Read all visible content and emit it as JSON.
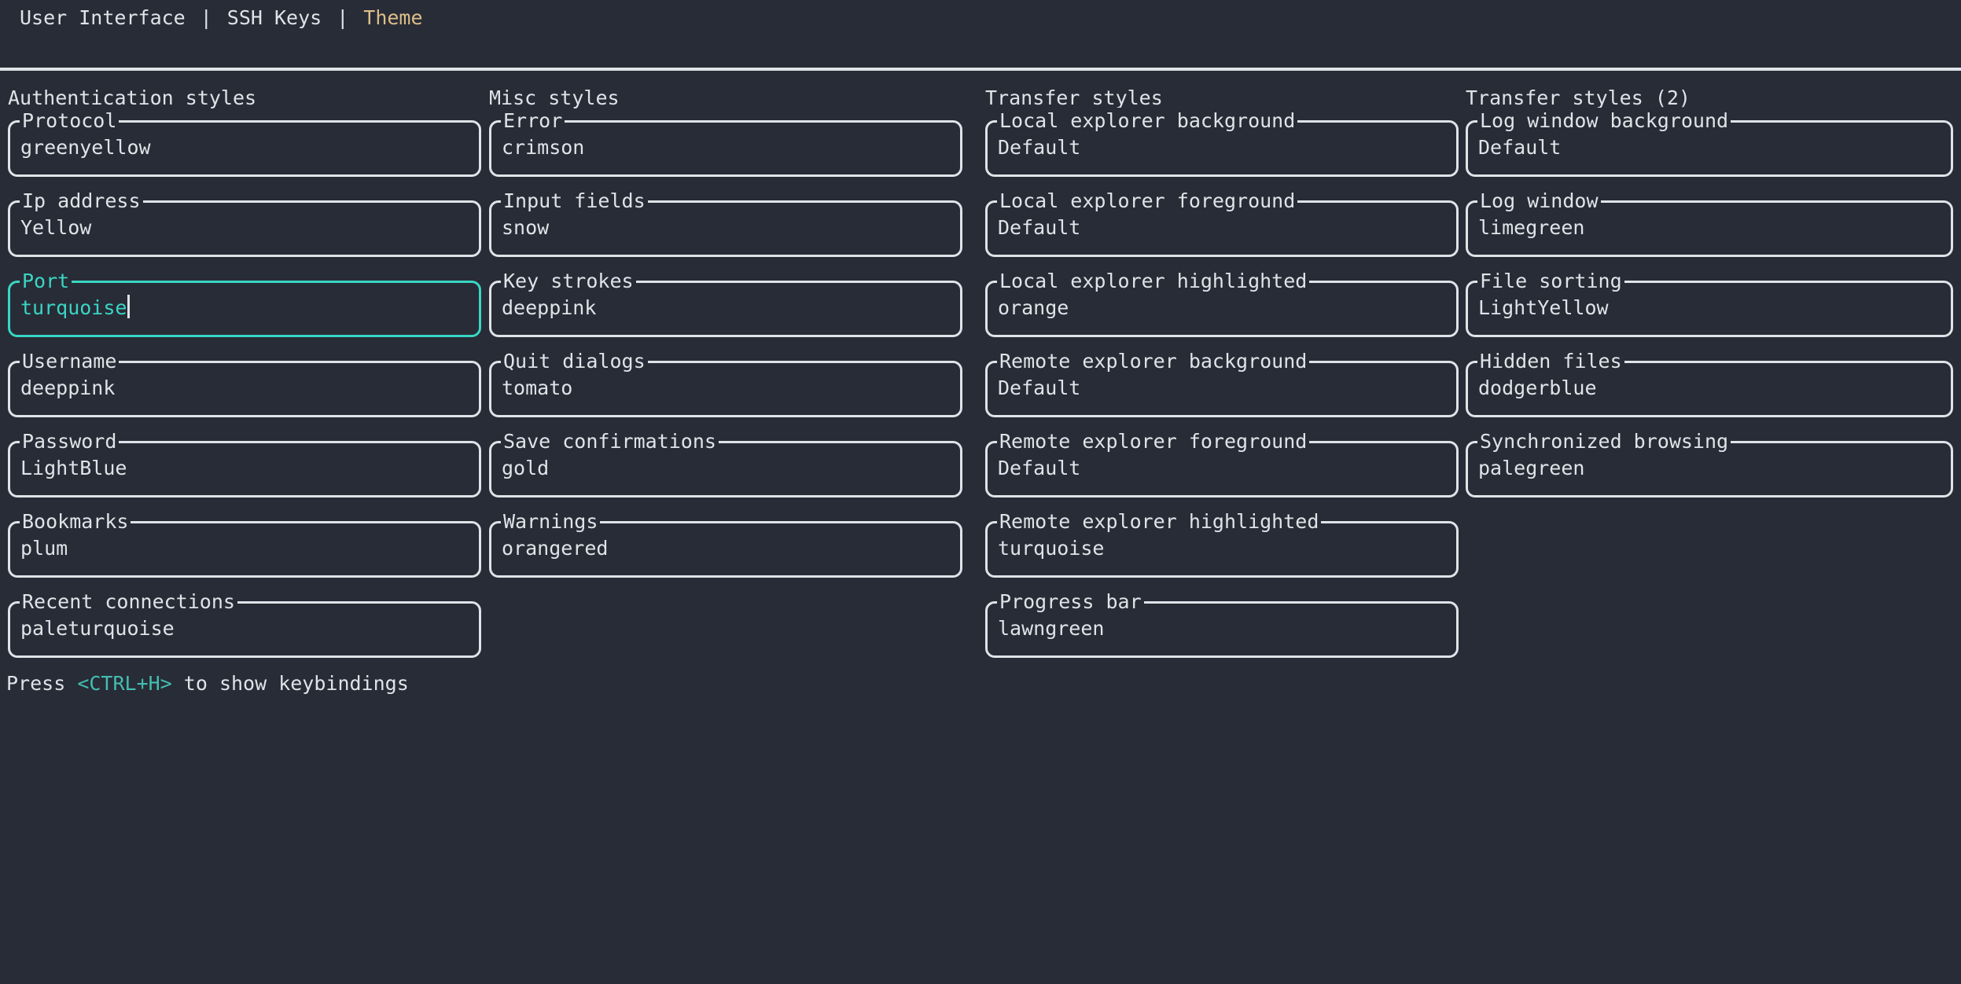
{
  "tabs": {
    "separator": "|",
    "items": [
      {
        "label": "User Interface",
        "active": false
      },
      {
        "label": "SSH Keys",
        "active": false
      },
      {
        "label": "Theme",
        "active": true
      }
    ]
  },
  "columns": [
    {
      "title": "Authentication styles",
      "fields": [
        {
          "label": "Protocol",
          "value": "greenyellow",
          "focused": false
        },
        {
          "label": "Ip address",
          "value": "Yellow",
          "focused": false
        },
        {
          "label": "Port",
          "value": "turquoise",
          "focused": true
        },
        {
          "label": "Username",
          "value": "deeppink",
          "focused": false
        },
        {
          "label": "Password",
          "value": "LightBlue",
          "focused": false
        },
        {
          "label": "Bookmarks",
          "value": "plum",
          "focused": false
        },
        {
          "label": "Recent connections",
          "value": "paleturquoise",
          "focused": false
        }
      ]
    },
    {
      "title": "Misc styles",
      "fields": [
        {
          "label": "Error",
          "value": "crimson",
          "focused": false
        },
        {
          "label": "Input fields",
          "value": "snow",
          "focused": false
        },
        {
          "label": "Key strokes",
          "value": "deeppink",
          "focused": false
        },
        {
          "label": "Quit dialogs",
          "value": "tomato",
          "focused": false
        },
        {
          "label": "Save confirmations",
          "value": "gold",
          "focused": false
        },
        {
          "label": "Warnings",
          "value": "orangered",
          "focused": false
        }
      ]
    },
    {
      "title": "Transfer styles",
      "fields": [
        {
          "label": "Local explorer background",
          "value": "Default",
          "focused": false
        },
        {
          "label": "Local explorer foreground",
          "value": "Default",
          "focused": false
        },
        {
          "label": "Local explorer highlighted",
          "value": "orange",
          "focused": false
        },
        {
          "label": "Remote explorer background",
          "value": "Default",
          "focused": false
        },
        {
          "label": "Remote explorer foreground",
          "value": "Default",
          "focused": false
        },
        {
          "label": "Remote explorer highlighted",
          "value": "turquoise",
          "focused": false
        },
        {
          "label": "Progress bar",
          "value": "lawngreen",
          "focused": false
        }
      ]
    },
    {
      "title": "Transfer styles (2)",
      "fields": [
        {
          "label": "Log window background",
          "value": "Default",
          "focused": false
        },
        {
          "label": "Log window",
          "value": "limegreen",
          "focused": false
        },
        {
          "label": "File sorting",
          "value": "LightYellow",
          "focused": false
        },
        {
          "label": "Hidden files",
          "value": "dodgerblue",
          "focused": false
        },
        {
          "label": "Synchronized browsing",
          "value": "palegreen",
          "focused": false
        }
      ]
    }
  ],
  "footer": {
    "prefix": "Press ",
    "key": "<CTRL+H>",
    "suffix": " to show keybindings"
  },
  "colors": {
    "background": "#282c37",
    "foreground": "#e0e3e7",
    "active_tab": "#ddbe88",
    "focus": "#39d6c3",
    "hint_key": "#44bdb0"
  }
}
